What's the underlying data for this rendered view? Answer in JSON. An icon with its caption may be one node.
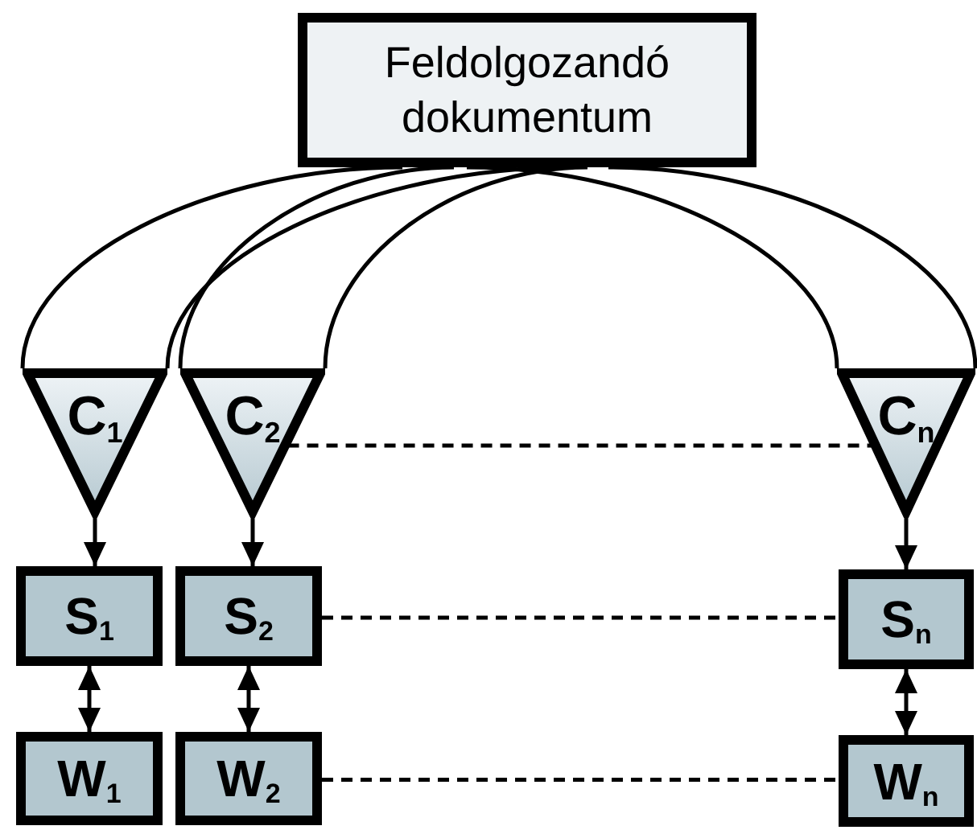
{
  "diagram": {
    "nodes": [
      {
        "text": [
          "Feldolgozandó dokumentum"
        ]
      },
      {
        "text": [
          "C$_{1}$"
        ]
      },
      {
        "text": [
          "C$_{2}$"
        ]
      },
      {
        "text": [
          "C$_{n}$"
        ]
      },
      {
        "text": [
          "S$_{1}$"
        ]
      },
      {
        "text": [
          "S$_{2}$"
        ]
      },
      {
        "text": [
          "S$_{n}$"
        ]
      },
      {
        "text": [
          "W$_{1}$"
        ]
      },
      {
        "text": [
          "W$_{2}$"
        ]
      },
      {
        "text": [
          "W$_{n}$"
        ]
      }
    ],
    "edges": [
      {
        "from": 0,
        "to": 1,
        "arrow": "none"
      },
      {
        "from": 0,
        "to": 1,
        "arrow": "none"
      },
      {
        "from": 0,
        "to": 2,
        "arrow": "none"
      },
      {
        "from": 0,
        "to": 2,
        "arrow": "none"
      },
      {
        "from": 0,
        "to": 3,
        "arrow": "none"
      },
      {
        "from": 0,
        "to": 3,
        "arrow": "none"
      },
      {
        "from": 1,
        "to": 4,
        "arrow": "to"
      },
      {
        "from": 2,
        "to": 5,
        "arrow": "to"
      },
      {
        "from": 3,
        "to": 6,
        "arrow": "to"
      },
      {
        "from": 4,
        "to": 7,
        "arrow": "both"
      },
      {
        "from": 5,
        "to": 8,
        "arrow": "both"
      },
      {
        "from": 6,
        "to": 9,
        "arrow": "both"
      },
      {
        "from": 2,
        "to": 3,
        "arrow": "none",
        "style": "dashed"
      },
      {
        "from": 5,
        "to": 6,
        "arrow": "none",
        "style": "dashed"
      },
      {
        "from": 8,
        "to": 9,
        "arrow": "none",
        "style": "dashed"
      }
    ]
  }
}
